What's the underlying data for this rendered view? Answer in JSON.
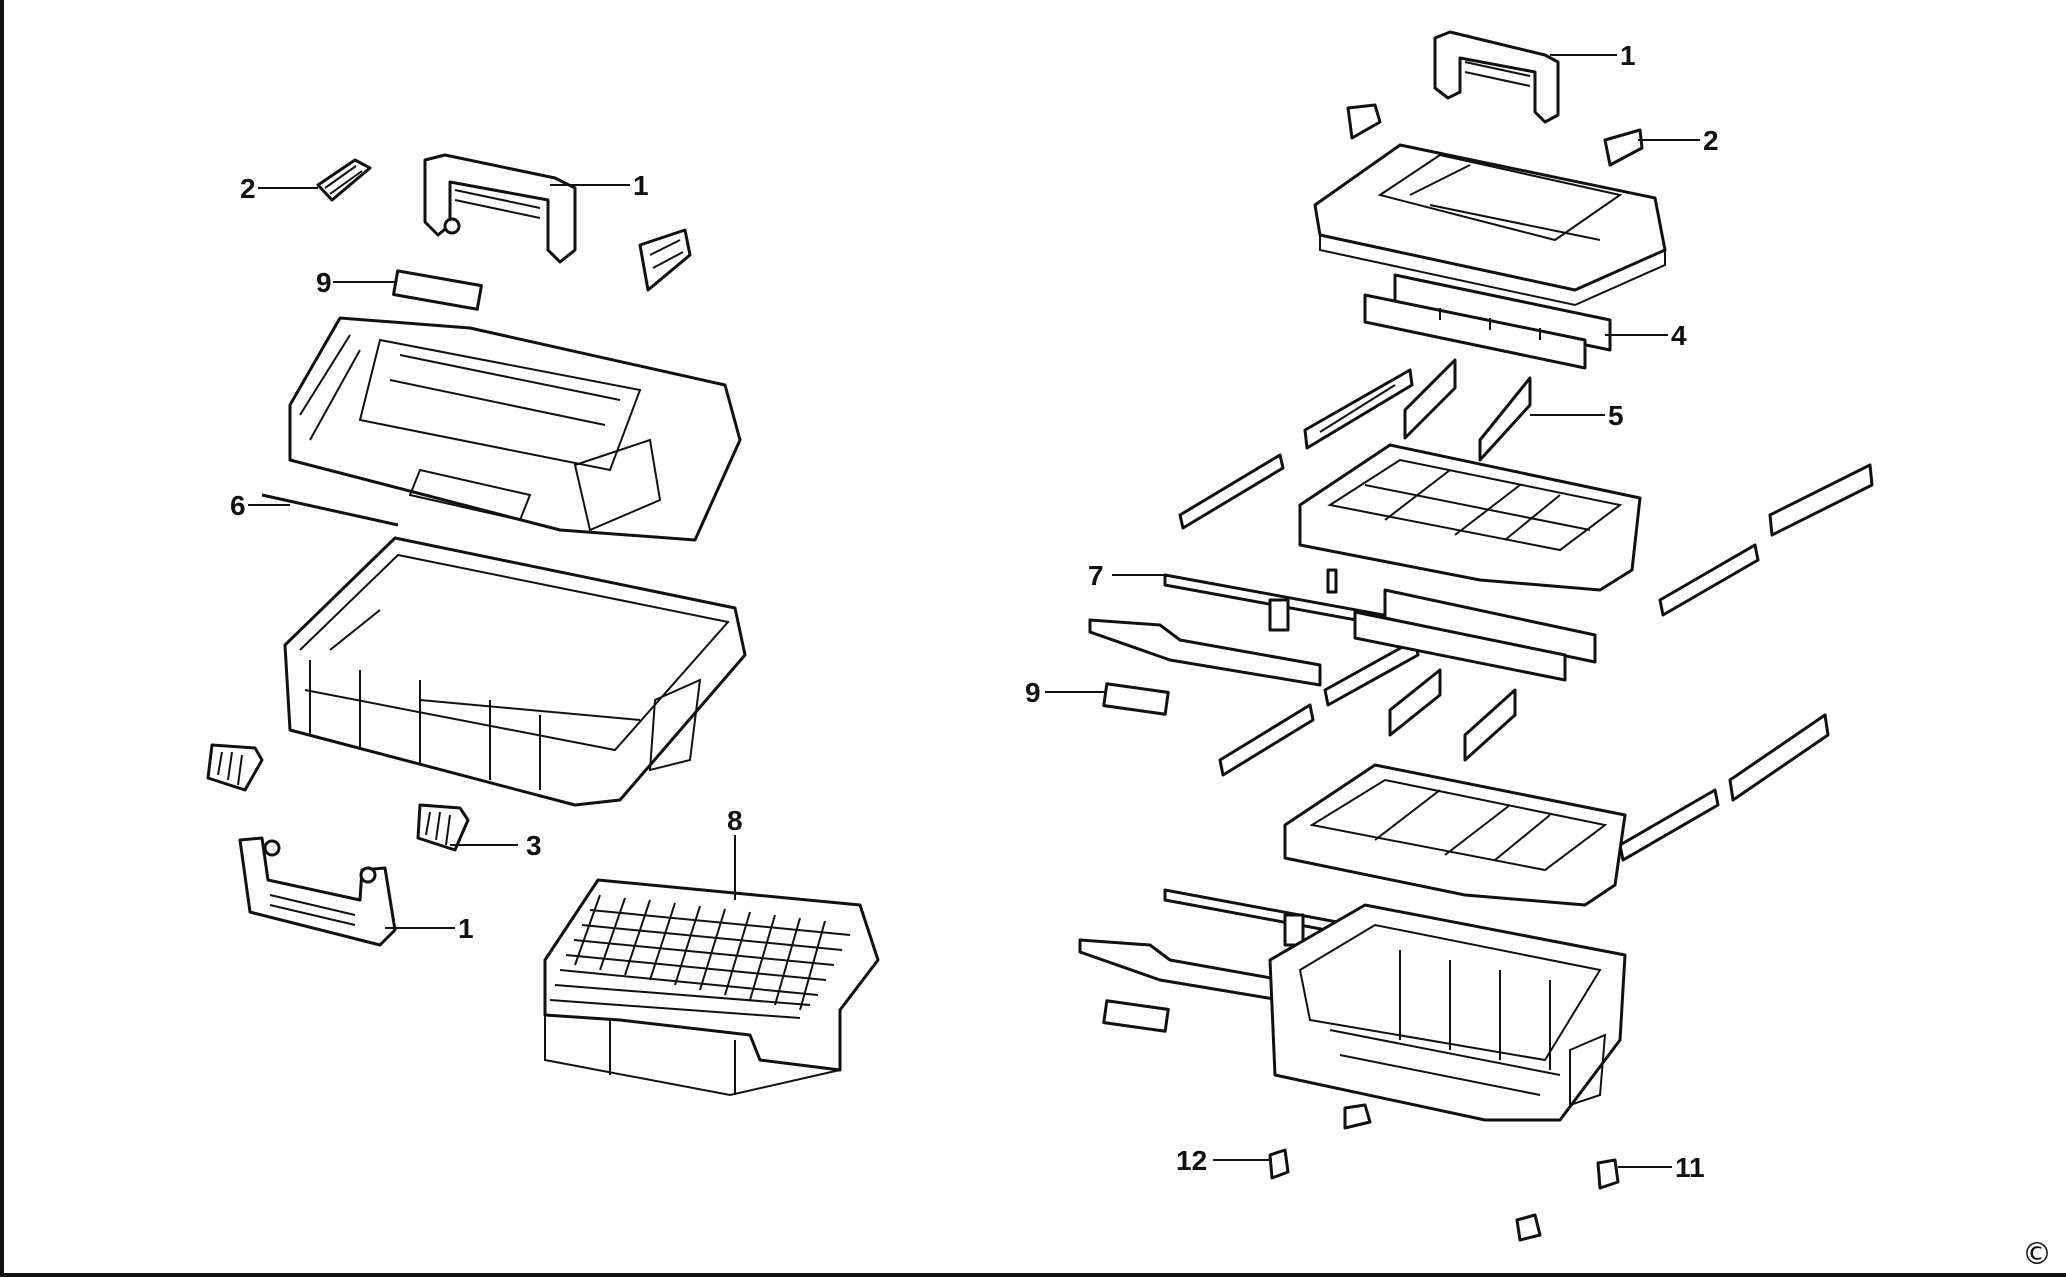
{
  "diagram": {
    "callouts": [
      {
        "id": "l-2",
        "text": "2"
      },
      {
        "id": "l-1a",
        "text": "1"
      },
      {
        "id": "l-9a",
        "text": "9"
      },
      {
        "id": "l-6",
        "text": "6"
      },
      {
        "id": "l-3",
        "text": "3"
      },
      {
        "id": "l-1b",
        "text": "1"
      },
      {
        "id": "l-8",
        "text": "8"
      },
      {
        "id": "r-1",
        "text": "1"
      },
      {
        "id": "r-2",
        "text": "2"
      },
      {
        "id": "r-4",
        "text": "4"
      },
      {
        "id": "r-5",
        "text": "5"
      },
      {
        "id": "r-7",
        "text": "7"
      },
      {
        "id": "r-9",
        "text": "9"
      },
      {
        "id": "r-12",
        "text": "12"
      },
      {
        "id": "r-11",
        "text": "11"
      }
    ],
    "copyright_symbol": "©"
  }
}
